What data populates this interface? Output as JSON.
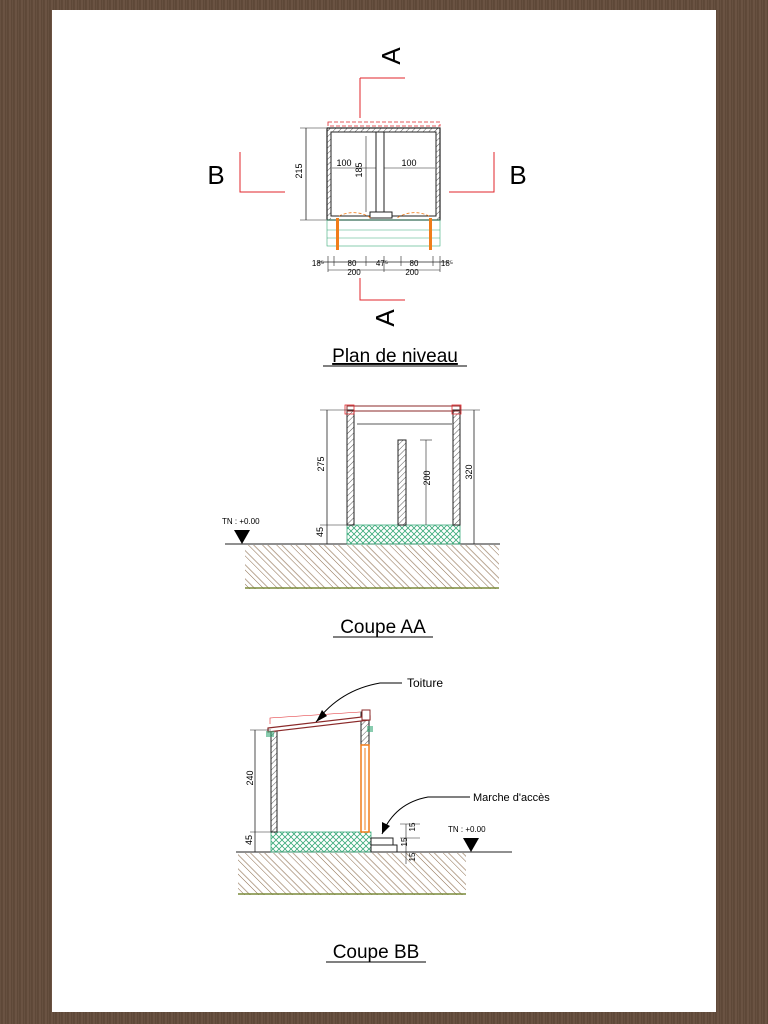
{
  "sections": {
    "plan_title": "Plan de niveau",
    "coupe_aa_title": "Coupe AA",
    "coupe_bb_title": "Coupe BB"
  },
  "plan": {
    "section_mark_a": "A",
    "section_mark_b": "B",
    "dim_height": "215",
    "dim_left_width": "100",
    "dim_right_width": "100",
    "dim_center": "185",
    "dim_bottom": [
      "18⁵",
      "80",
      "47⁵",
      "80",
      "18⁵"
    ],
    "dim_total_left": "200",
    "dim_total_right": "200"
  },
  "coupe_aa": {
    "dim_wall_height": "275",
    "dim_base": "45",
    "dim_partition": "200",
    "dim_total": "320",
    "ground_level": "TN : +0.00"
  },
  "coupe_bb": {
    "label_roof": "Toiture",
    "label_step": "Marche d'accès",
    "dim_wall_height": "240",
    "dim_base": "45",
    "dim_step_1": "15",
    "dim_step_2": "15",
    "dim_step_3": "15",
    "ground_level": "TN : +0.00"
  },
  "colors": {
    "section_line": "#e0262b",
    "door_leaf": "#f07d1a",
    "slab_hatch": "#3aaa7a",
    "ground_line": "#7a8a3a",
    "roof": "#8b2a2a"
  }
}
